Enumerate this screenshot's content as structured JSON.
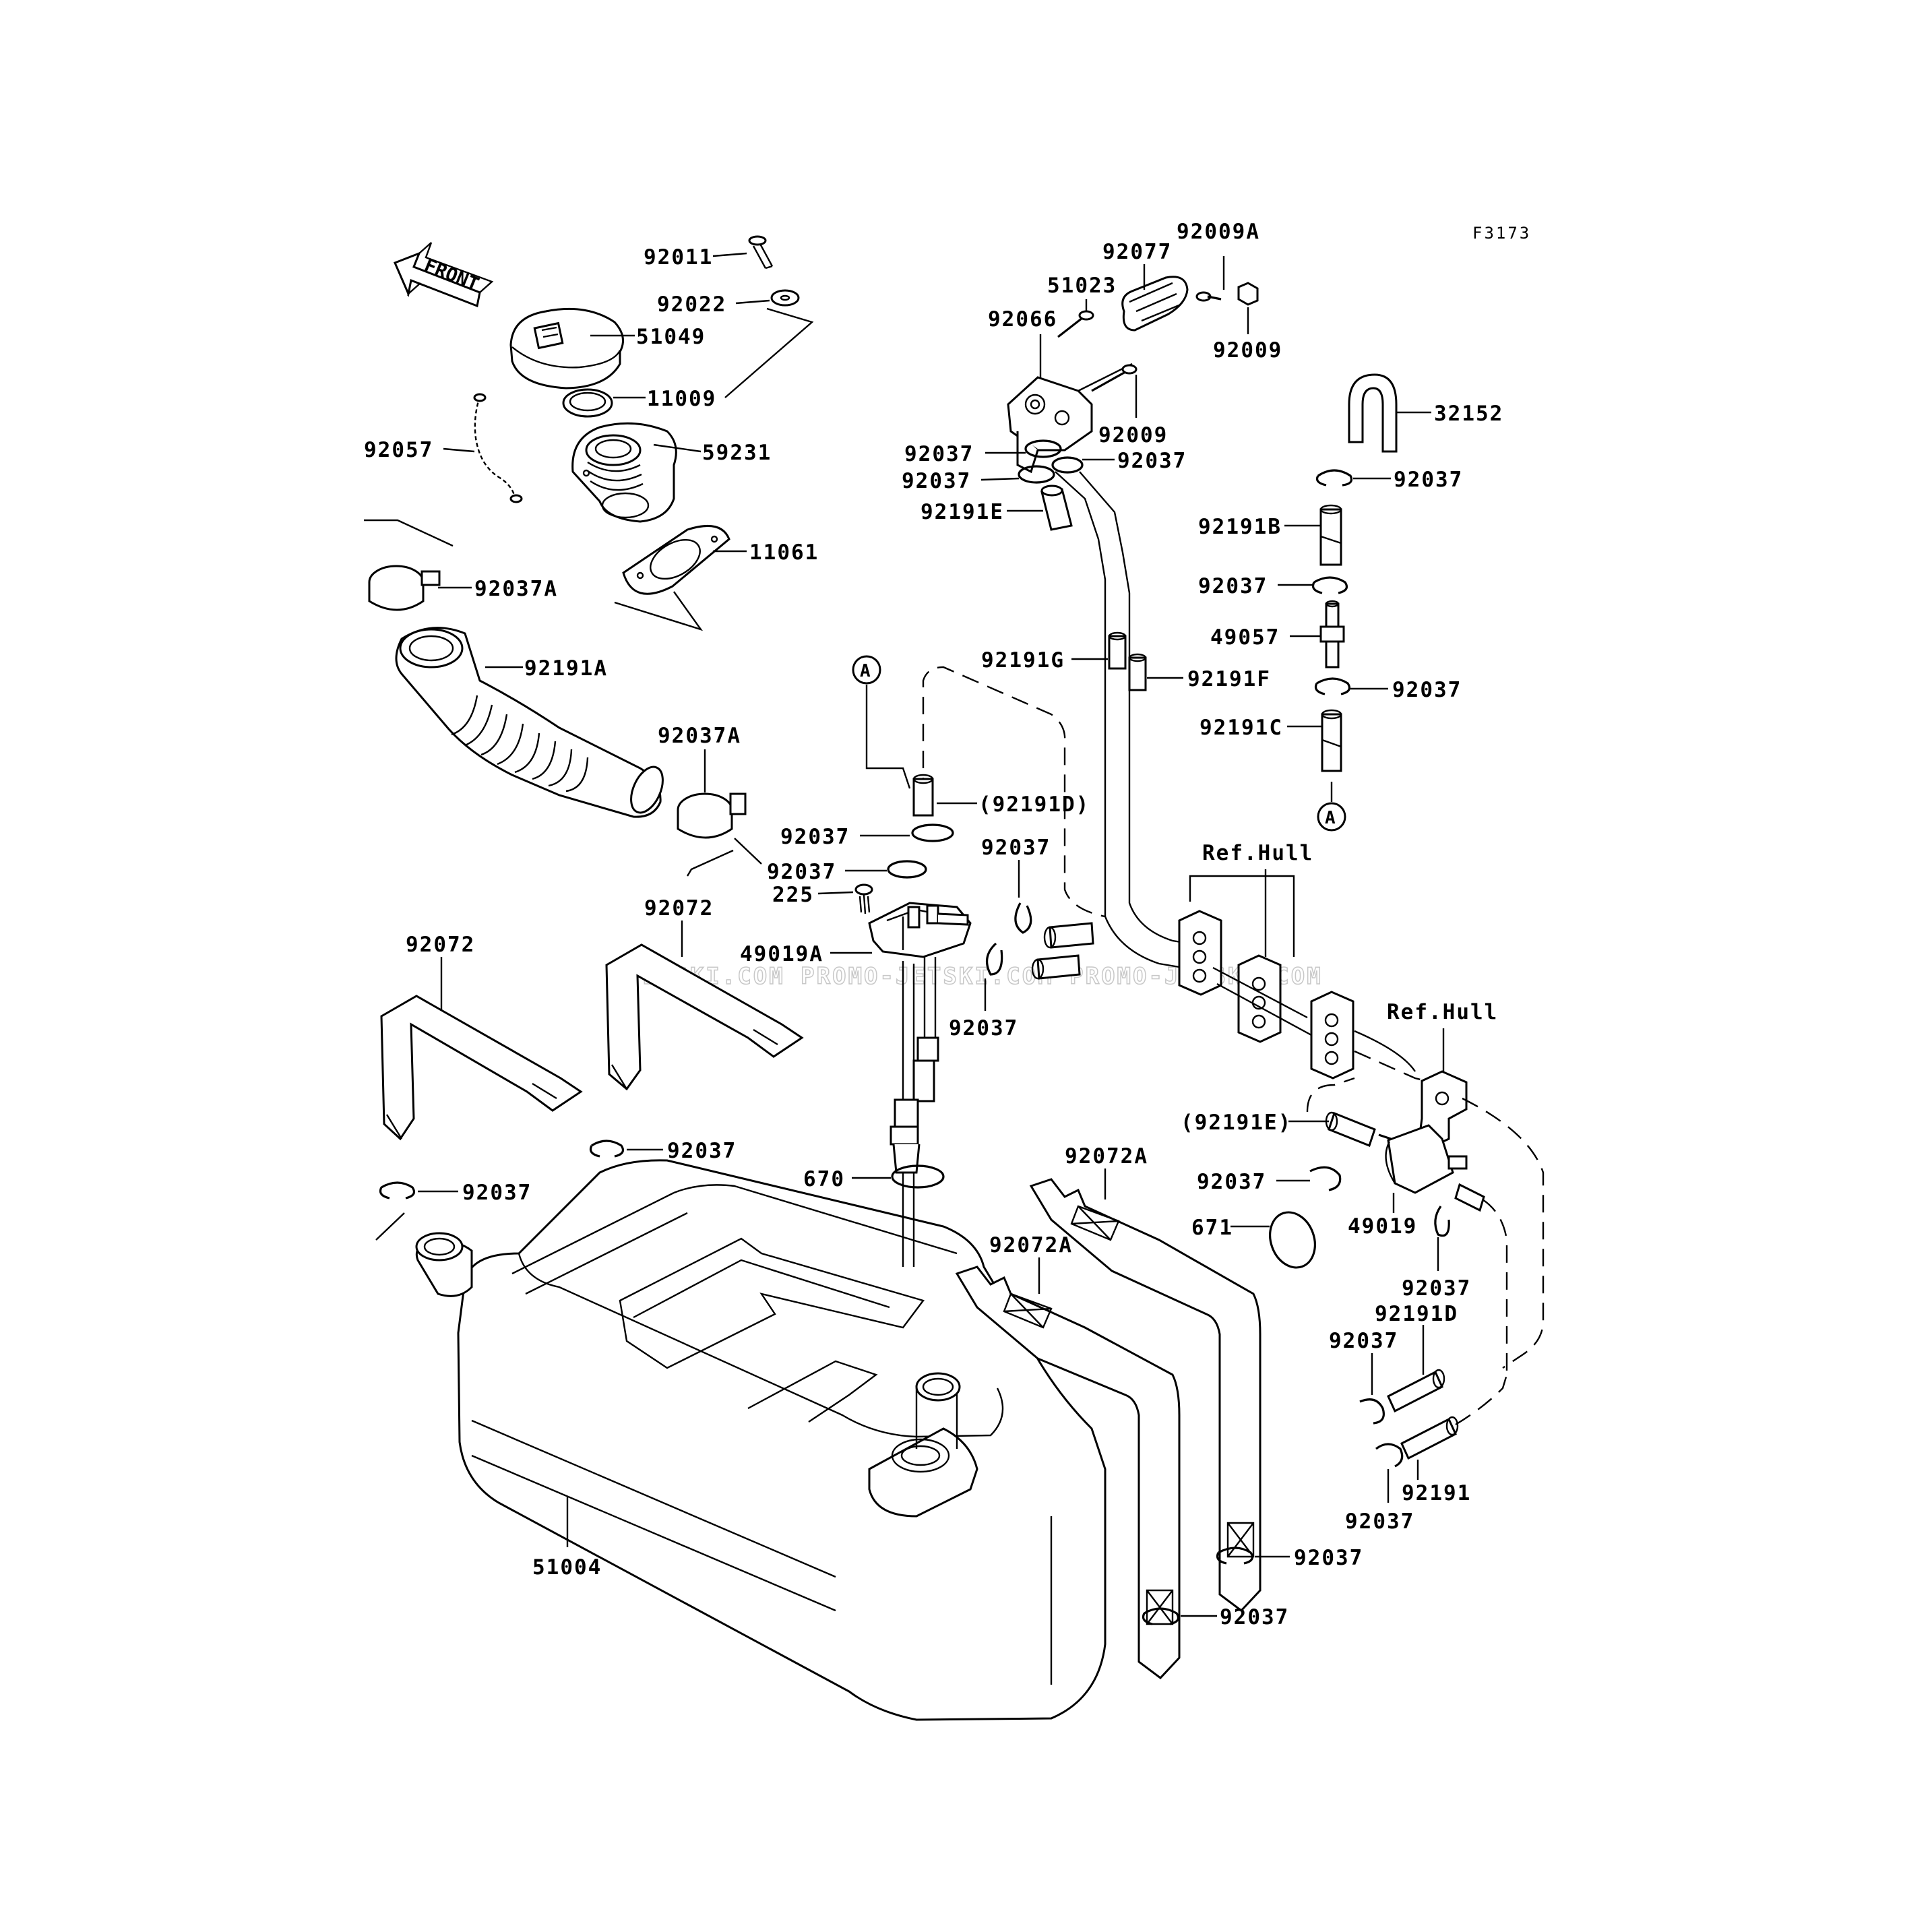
{
  "figure_code": "F3173",
  "front_arrow": {
    "text": "FRONT"
  },
  "connector_marker": "A",
  "watermark": "JETSKI.COM PROMO-JETSKI.COM PROMO-JETSKI.COM",
  "labels": [
    {
      "id": "l-92011",
      "text": "92011"
    },
    {
      "id": "l-92022",
      "text": "92022"
    },
    {
      "id": "l-51049",
      "text": "51049"
    },
    {
      "id": "l-11009",
      "text": "11009"
    },
    {
      "id": "l-92057",
      "text": "92057"
    },
    {
      "id": "l-59231",
      "text": "59231"
    },
    {
      "id": "l-11061",
      "text": "11061"
    },
    {
      "id": "l-92037A-1",
      "text": "92037A"
    },
    {
      "id": "l-92191A",
      "text": "92191A"
    },
    {
      "id": "l-92037A-2",
      "text": "92037A"
    },
    {
      "id": "l-92072-1",
      "text": "92072"
    },
    {
      "id": "l-92072-2",
      "text": "92072"
    },
    {
      "id": "l-92037-c1",
      "text": "92037"
    },
    {
      "id": "l-92037-c2",
      "text": "92037"
    },
    {
      "id": "l-51004",
      "text": "51004"
    },
    {
      "id": "l-92077",
      "text": "92077"
    },
    {
      "id": "l-92009A",
      "text": "92009A"
    },
    {
      "id": "l-92009-1",
      "text": "92009"
    },
    {
      "id": "l-51023",
      "text": "51023"
    },
    {
      "id": "l-92066",
      "text": "92066"
    },
    {
      "id": "l-92009-2",
      "text": "92009"
    },
    {
      "id": "l-92037-t1",
      "text": "92037"
    },
    {
      "id": "l-92037-t2",
      "text": "92037"
    },
    {
      "id": "l-92037-t3",
      "text": "92037"
    },
    {
      "id": "l-92191E",
      "text": "92191E"
    },
    {
      "id": "l-92191G",
      "text": "92191G"
    },
    {
      "id": "l-92191F",
      "text": "92191F"
    },
    {
      "id": "l-92191D-p",
      "text": "(92191D)"
    },
    {
      "id": "l-92037-m1",
      "text": "92037"
    },
    {
      "id": "l-92037-m2",
      "text": "92037"
    },
    {
      "id": "l-225",
      "text": "225"
    },
    {
      "id": "l-49019A",
      "text": "49019A"
    },
    {
      "id": "l-92037-m3",
      "text": "92037"
    },
    {
      "id": "l-92037-m4",
      "text": "92037"
    },
    {
      "id": "l-670",
      "text": "670"
    },
    {
      "id": "l-32152",
      "text": "32152"
    },
    {
      "id": "l-92037-r1",
      "text": "92037"
    },
    {
      "id": "l-92191B",
      "text": "92191B"
    },
    {
      "id": "l-92037-r2",
      "text": "92037"
    },
    {
      "id": "l-49057",
      "text": "49057"
    },
    {
      "id": "l-92037-r3",
      "text": "92037"
    },
    {
      "id": "l-92191C",
      "text": "92191C"
    },
    {
      "id": "l-refhull-1",
      "text": "Ref.Hull"
    },
    {
      "id": "l-refhull-2",
      "text": "Ref.Hull"
    },
    {
      "id": "l-92191E-p",
      "text": "(92191E)"
    },
    {
      "id": "l-92037-r4",
      "text": "92037"
    },
    {
      "id": "l-671",
      "text": "671"
    },
    {
      "id": "l-49019",
      "text": "49019"
    },
    {
      "id": "l-92072A-1",
      "text": "92072A"
    },
    {
      "id": "l-92072A-2",
      "text": "92072A"
    },
    {
      "id": "l-92037-r5",
      "text": "92037"
    },
    {
      "id": "l-92191D",
      "text": "92191D"
    },
    {
      "id": "l-92037-r6",
      "text": "92037"
    },
    {
      "id": "l-92191",
      "text": "92191"
    },
    {
      "id": "l-92037-r7",
      "text": "92037"
    },
    {
      "id": "l-92037-b1",
      "text": "92037"
    },
    {
      "id": "l-92037-b2",
      "text": "92037"
    }
  ]
}
